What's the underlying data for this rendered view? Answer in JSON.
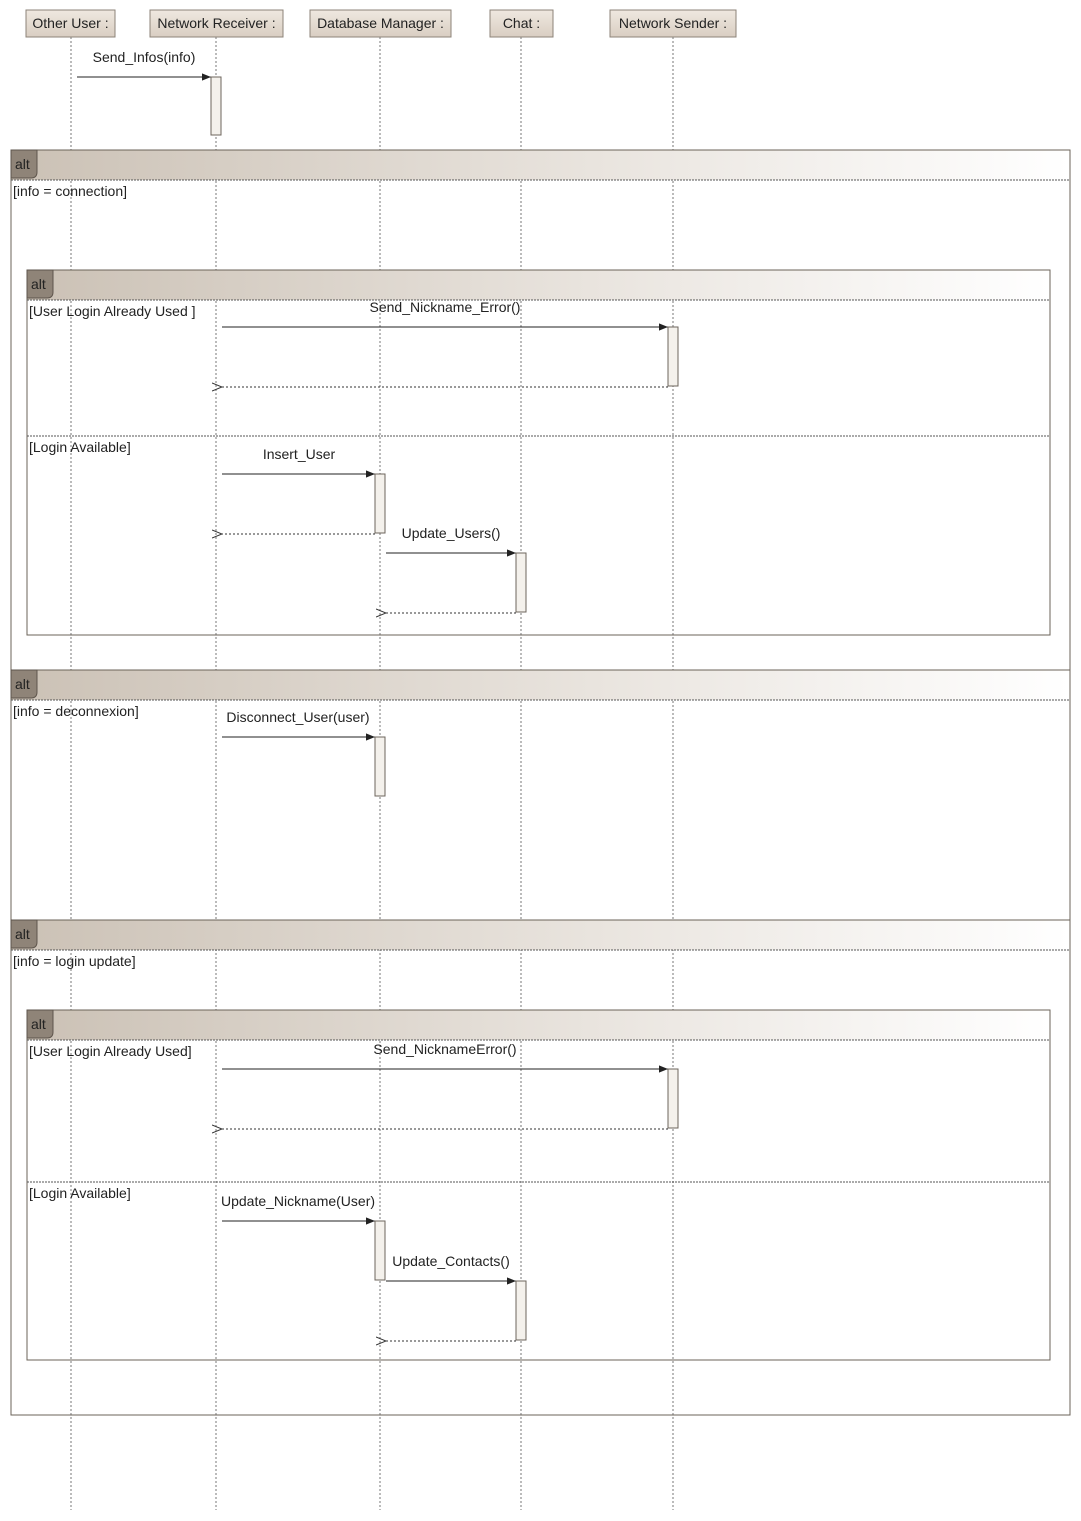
{
  "lifelines": [
    {
      "id": "other_user",
      "label": "Other User :"
    },
    {
      "id": "network_receiver",
      "label": "Network Receiver :"
    },
    {
      "id": "database_manager",
      "label": "Database Manager :"
    },
    {
      "id": "chat",
      "label": "Chat :"
    },
    {
      "id": "network_sender",
      "label": "Network Sender :"
    }
  ],
  "messages": [
    {
      "label": "Send_Infos(info)",
      "from": "other_user",
      "to": "network_receiver"
    },
    {
      "label": "Send_Nickname_Error()",
      "from": "network_receiver",
      "to": "network_sender"
    },
    {
      "label": "Insert_User",
      "from": "network_receiver",
      "to": "database_manager"
    },
    {
      "label": "Update_Users()",
      "from": "database_manager",
      "to": "chat"
    },
    {
      "label": "Disconnect_User(user)",
      "from": "network_receiver",
      "to": "database_manager"
    },
    {
      "label": "Send_NicknameError()",
      "from": "network_receiver",
      "to": "network_sender"
    },
    {
      "label": "Update_Nickname(User)",
      "from": "network_receiver",
      "to": "database_manager"
    },
    {
      "label": "Update_Contacts()",
      "from": "database_manager",
      "to": "chat"
    }
  ],
  "fragments": [
    {
      "operator": "alt",
      "guard": "[info = connection]"
    },
    {
      "operator": "alt",
      "guards": [
        "[User Login Already Used ]",
        "[Login Available]"
      ]
    },
    {
      "operator": "alt",
      "guard": "[info = deconnexion]"
    },
    {
      "operator": "alt",
      "guard": "[info = login update]"
    },
    {
      "operator": "alt",
      "guards": [
        "[User Login Already Used]",
        "[Login Available]"
      ]
    }
  ],
  "colors": {
    "header_fill": "#e3d9cf",
    "frame_bar_start": "#cdc4b9",
    "frame_bar_end": "#ffffff",
    "frame_tag": "#8f8478",
    "activation_fill": "#f4f1ec",
    "line": "#222222"
  }
}
